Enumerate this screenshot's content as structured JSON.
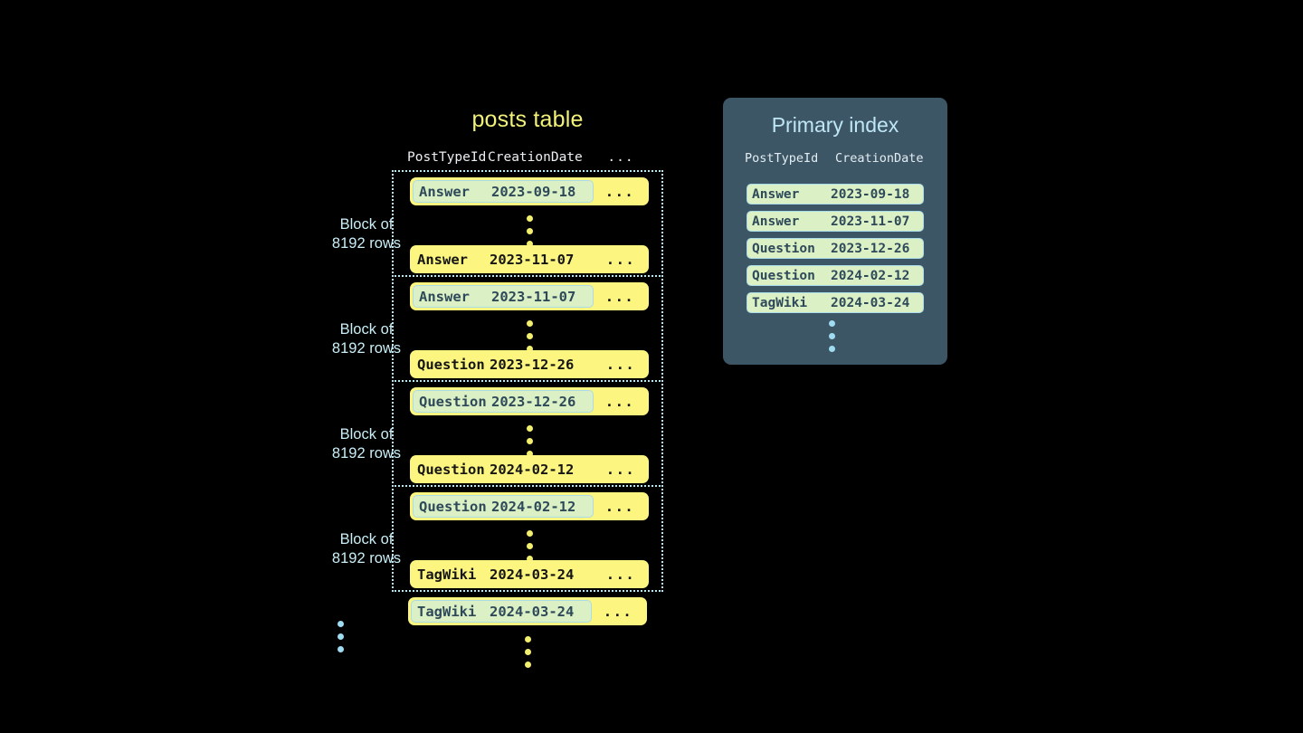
{
  "posts_table": {
    "title": "posts table",
    "columns": [
      "PostTypeId",
      "CreationDate",
      "..."
    ],
    "ellipsis": "...",
    "block_label_line1": "Block of",
    "block_label_line2": "8192 rows",
    "blocks": [
      {
        "label_line1": "Block of",
        "label_line2": "8192 rows",
        "first_row": {
          "type": "Answer",
          "date": "2023-09-18",
          "more": "...",
          "marked": true
        },
        "last_row": {
          "type": "Answer",
          "date": "2023-11-07",
          "more": "...",
          "marked": false
        }
      },
      {
        "label_line1": "Block of",
        "label_line2": "8192 rows",
        "first_row": {
          "type": "Answer",
          "date": "2023-11-07",
          "more": "...",
          "marked": true
        },
        "last_row": {
          "type": "Question",
          "date": "2023-12-26",
          "more": "...",
          "marked": false
        }
      },
      {
        "label_line1": "Block of",
        "label_line2": "8192 rows",
        "first_row": {
          "type": "Question",
          "date": "2023-12-26",
          "more": "...",
          "marked": true
        },
        "last_row": {
          "type": "Question",
          "date": "2024-02-12",
          "more": "...",
          "marked": false
        }
      },
      {
        "label_line1": "Block of",
        "label_line2": "8192 rows",
        "first_row": {
          "type": "Question",
          "date": "2024-02-12",
          "more": "...",
          "marked": true
        },
        "last_row": {
          "type": "TagWiki",
          "date": "2024-03-24",
          "more": "...",
          "marked": false
        }
      }
    ],
    "trailing_row": {
      "type": "TagWiki",
      "date": "2024-03-24",
      "more": "..."
    }
  },
  "primary_index": {
    "title": "Primary index",
    "columns": [
      "PostTypeId",
      "CreationDate"
    ],
    "rows": [
      {
        "type": "Answer",
        "date": "2023-09-18"
      },
      {
        "type": "Answer",
        "date": "2023-11-07"
      },
      {
        "type": "Question",
        "date": "2023-12-26"
      },
      {
        "type": "Question",
        "date": "2024-02-12"
      },
      {
        "type": "TagWiki",
        "date": "2024-03-24"
      }
    ]
  },
  "colors": {
    "background": "#000000",
    "row_yellow": "#fcf680",
    "key_green": "#dcf0c6",
    "key_border": "#a9dbe8",
    "panel_slate": "#3d5666",
    "accent_cyan": "#bfe6f5",
    "title_yellow": "#f2f27a"
  }
}
